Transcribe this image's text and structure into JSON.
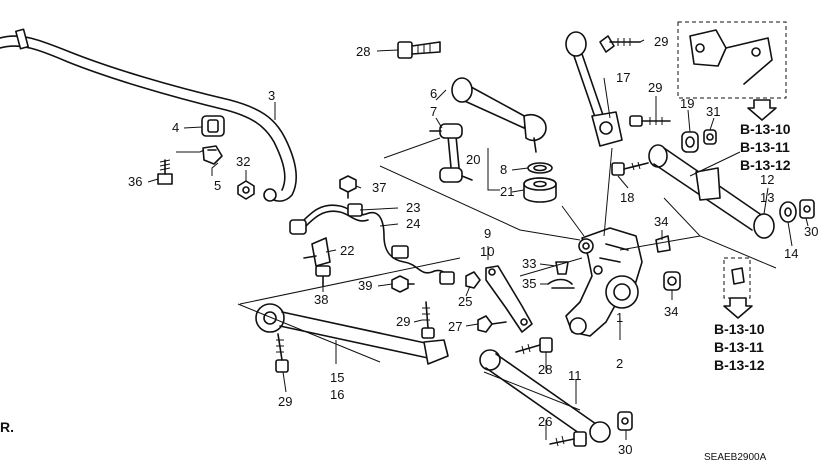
{
  "callouts": {
    "n1": "1",
    "n2": "2",
    "n3": "3",
    "n4": "4",
    "n5": "5",
    "n6": "6",
    "n7": "7",
    "n8": "8",
    "n9": "9",
    "n10": "10",
    "n11": "11",
    "n12": "12",
    "n13": "13",
    "n14": "14",
    "n15": "15",
    "n16": "16",
    "n17": "17",
    "n18": "18",
    "n19": "19",
    "n20": "20",
    "n21": "21",
    "n22": "22",
    "n23": "23",
    "n24": "24",
    "n25": "25",
    "n26": "26",
    "n27": "27",
    "n28": "28",
    "n29": "29",
    "n30": "30",
    "n31": "31",
    "n32": "32",
    "n33": "33",
    "n34": "34",
    "n35": "35",
    "n36": "36",
    "n37": "37",
    "n38": "38",
    "n39": "39"
  },
  "references": {
    "group_top": [
      "B-13-10",
      "B-13-11",
      "B-13-12"
    ],
    "group_bottom": [
      "B-13-10",
      "B-13-11",
      "B-13-12"
    ]
  },
  "diagram_code": "SEAEB2900A",
  "corner_mark": "R."
}
